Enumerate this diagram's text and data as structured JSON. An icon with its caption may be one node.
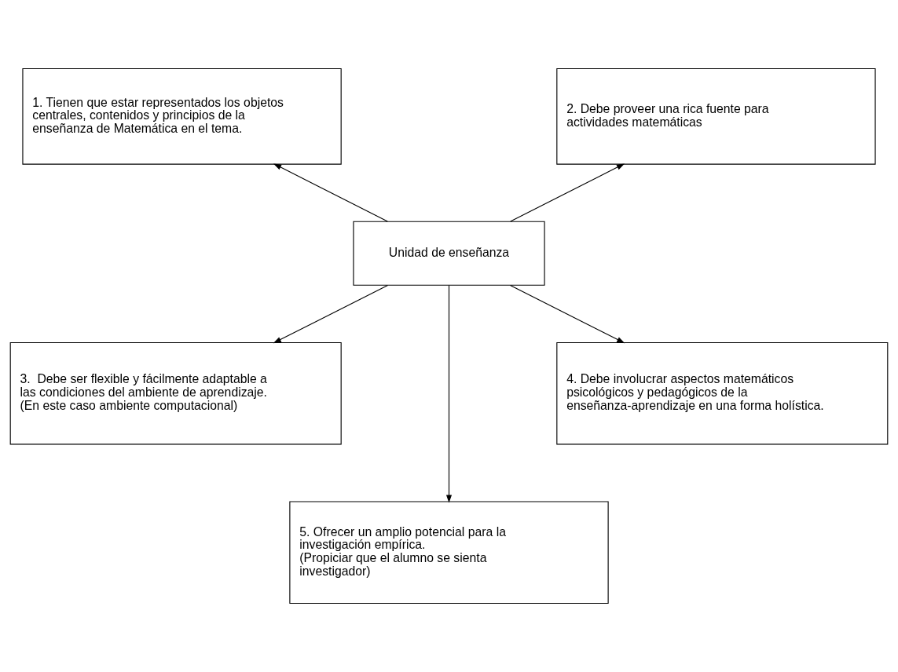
{
  "diagram": {
    "nodes": [
      {
        "text": [
          "1. Tienen que estar representados los objetos centrales, contenidos y principios de la enseñanza de Matemática en el tema."
        ]
      },
      {
        "text": [
          "2. Debe proveer una rica fuente para actividades matemáticas"
        ]
      },
      {
        "text": [
          "Unidad de enseñanza"
        ]
      },
      {
        "text": [
          "3.  Debe ser flexible y fácilmente adaptable a las condiciones del ambiente de aprendizaje.",
          "(En este caso ambiente computacional)"
        ]
      },
      {
        "text": [
          "4. Debe involucrar aspectos matemáticos psicológicos y pedagógicos de la enseñanza-aprendizaje en una forma holística."
        ]
      },
      {
        "text": [
          "5. Ofrecer un amplio potencial para la  investigación empírica.",
          "(Propiciar que el alumno se sienta investigador)"
        ]
      }
    ],
    "edges": [
      {
        "from": 2,
        "to": 0,
        "arrow": "to"
      },
      {
        "from": 2,
        "to": 1,
        "arrow": "to"
      },
      {
        "from": 2,
        "to": 3,
        "arrow": "to"
      },
      {
        "from": 2,
        "to": 4,
        "arrow": "to"
      },
      {
        "from": 2,
        "to": 5,
        "arrow": "to"
      }
    ]
  }
}
